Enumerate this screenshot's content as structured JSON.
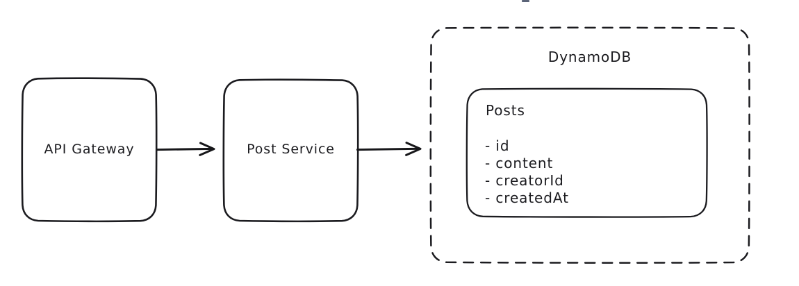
{
  "diagram": {
    "style": "hand-drawn-sketch",
    "background_color": "#ffffff",
    "stroke_color": "#1b1b1f",
    "nodes": [
      {
        "id": "api-gateway",
        "label": "API Gateway",
        "shape": "rounded-rectangle",
        "border": "solid"
      },
      {
        "id": "post-service",
        "label": "Post Service",
        "shape": "rounded-rectangle",
        "border": "solid"
      }
    ],
    "group": {
      "id": "dynamodb",
      "label": "DynamoDB",
      "shape": "rounded-rectangle",
      "border": "dashed"
    },
    "table": {
      "id": "posts-table",
      "title": "Posts",
      "fields": [
        "- id",
        "- content",
        "- creatorId",
        "- createdAt"
      ]
    },
    "connectors": [
      {
        "id": "api-gateway-to-post-service",
        "from": "api-gateway",
        "to": "post-service",
        "style": "solid-arrow",
        "label": ""
      },
      {
        "id": "post-service-to-dynamodb",
        "from": "post-service",
        "to": "dynamodb",
        "style": "solid-arrow",
        "label": ""
      }
    ]
  }
}
